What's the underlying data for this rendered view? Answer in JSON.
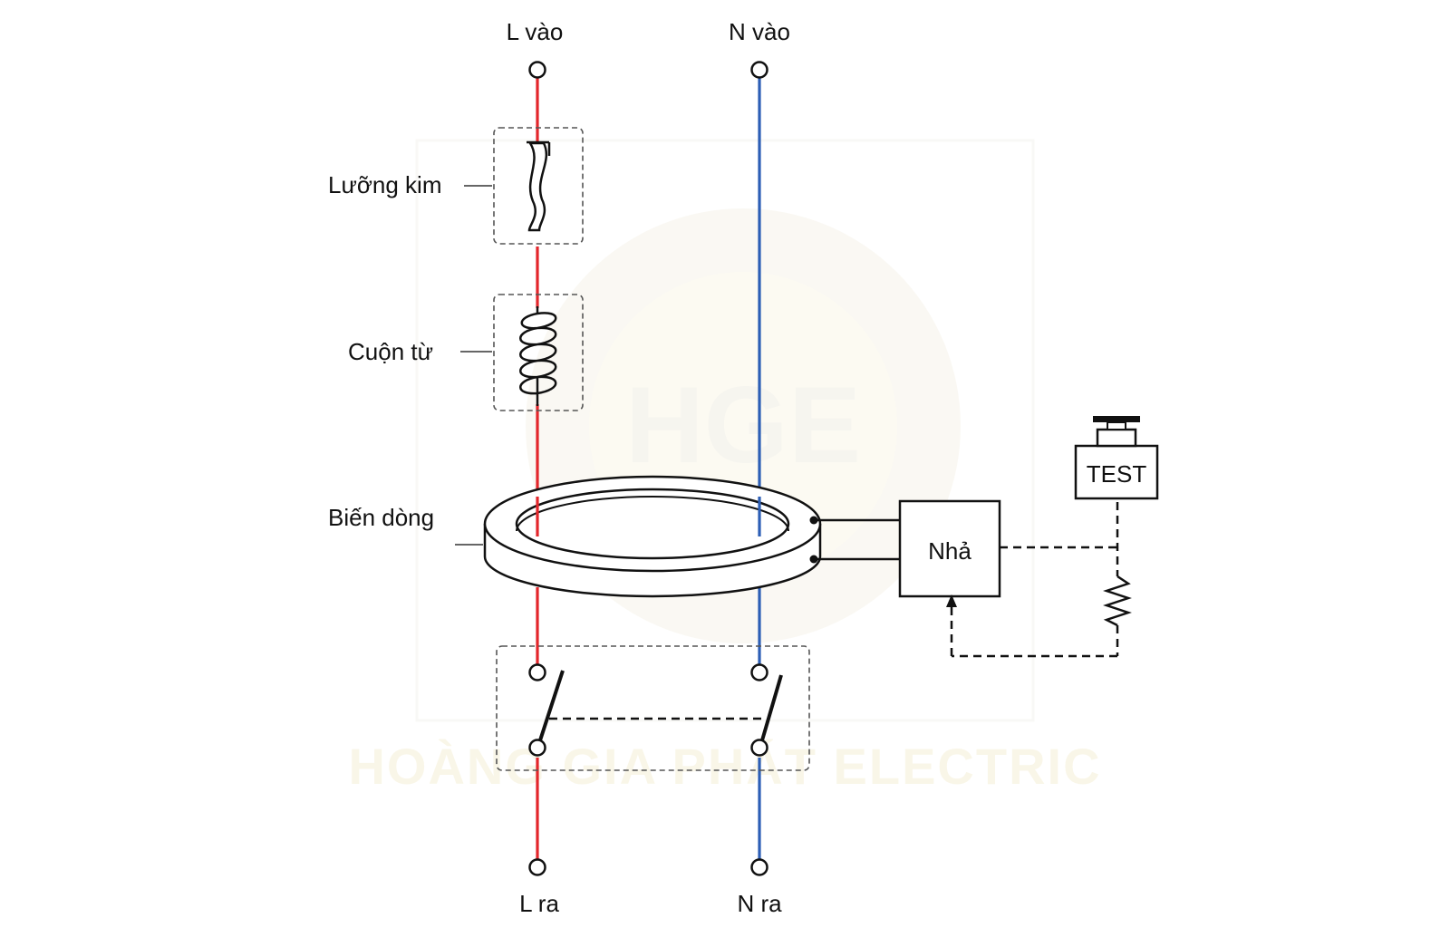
{
  "labels": {
    "l_in": "L vào",
    "n_in": "N vào",
    "bimetal": "Lưỡng kim",
    "coil": "Cuộn từ",
    "transformer": "Biến dòng",
    "release": "Nhả",
    "test": "TEST",
    "l_out": "L ra",
    "n_out": "N ra"
  },
  "watermark": {
    "logo_text": "HGE",
    "company": "HOÀNG GIA PHÁT ELECTRIC"
  },
  "colors": {
    "line_l": "#e3262b",
    "line_n": "#2c5eb5",
    "ink": "#111111",
    "watermark": "#f1eee0"
  },
  "icons": [
    "terminal-icon",
    "bimetal-strip-icon",
    "coil-icon",
    "toroid-transformer-icon",
    "switch-contact-icon",
    "resistor-icon",
    "push-button-icon"
  ]
}
